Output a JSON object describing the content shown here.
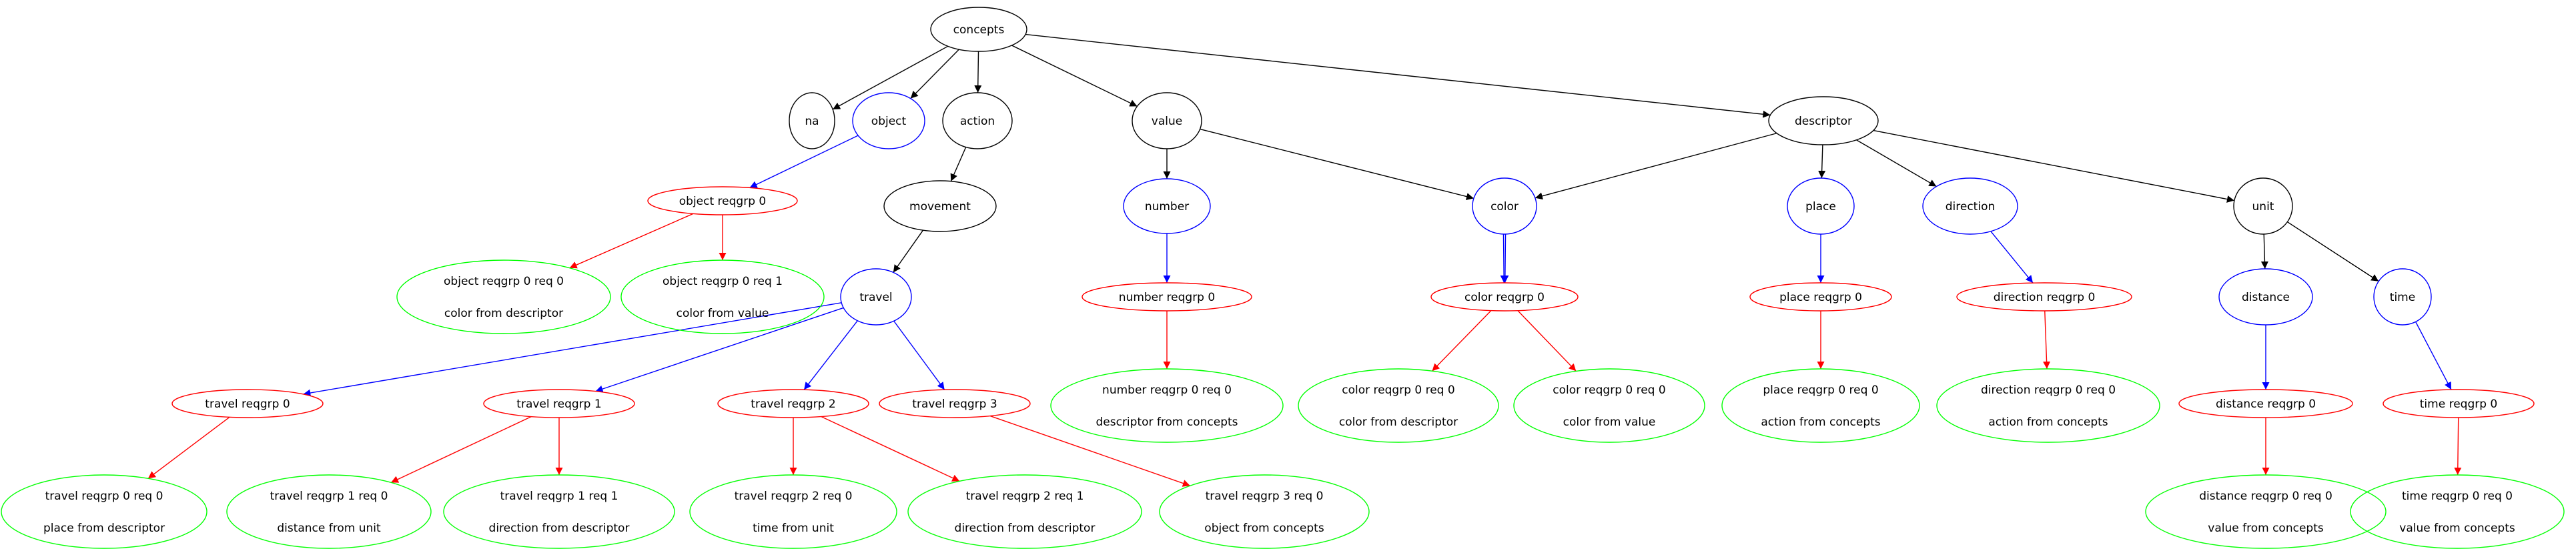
{
  "colors": {
    "black": "#000000",
    "blue": "#0000ff",
    "red": "#ff0000",
    "green": "#00ff00"
  },
  "nodes": [
    {
      "id": "concepts",
      "lines": [
        "concepts"
      ],
      "color": "black"
    },
    {
      "id": "na",
      "lines": [
        "na"
      ],
      "color": "black"
    },
    {
      "id": "object",
      "lines": [
        "object"
      ],
      "color": "blue"
    },
    {
      "id": "action",
      "lines": [
        "action"
      ],
      "color": "black"
    },
    {
      "id": "value",
      "lines": [
        "value"
      ],
      "color": "black"
    },
    {
      "id": "descriptor",
      "lines": [
        "descriptor"
      ],
      "color": "black"
    },
    {
      "id": "object_reqgrp_0",
      "lines": [
        "object reqgrp 0"
      ],
      "color": "red"
    },
    {
      "id": "movement",
      "lines": [
        "movement"
      ],
      "color": "black"
    },
    {
      "id": "number",
      "lines": [
        "number"
      ],
      "color": "blue"
    },
    {
      "id": "color",
      "lines": [
        "color"
      ],
      "color": "blue"
    },
    {
      "id": "place",
      "lines": [
        "place"
      ],
      "color": "blue"
    },
    {
      "id": "direction",
      "lines": [
        "direction"
      ],
      "color": "blue"
    },
    {
      "id": "unit",
      "lines": [
        "unit"
      ],
      "color": "black"
    },
    {
      "id": "object_reqgrp_0_req_0",
      "lines": [
        "object reqgrp 0 req 0",
        "color from descriptor"
      ],
      "color": "green"
    },
    {
      "id": "object_reqgrp_0_req_1",
      "lines": [
        "object reqgrp 0 req 1",
        "color from value"
      ],
      "color": "green"
    },
    {
      "id": "travel",
      "lines": [
        "travel"
      ],
      "color": "blue"
    },
    {
      "id": "number_reqgrp_0",
      "lines": [
        "number reqgrp 0"
      ],
      "color": "red"
    },
    {
      "id": "color_reqgrp_0",
      "lines": [
        "color reqgrp 0"
      ],
      "color": "red"
    },
    {
      "id": "place_reqgrp_0",
      "lines": [
        "place reqgrp 0"
      ],
      "color": "red"
    },
    {
      "id": "direction_reqgrp_0",
      "lines": [
        "direction reqgrp 0"
      ],
      "color": "red"
    },
    {
      "id": "distance",
      "lines": [
        "distance"
      ],
      "color": "blue"
    },
    {
      "id": "time",
      "lines": [
        "time"
      ],
      "color": "blue"
    },
    {
      "id": "travel_reqgrp_0",
      "lines": [
        "travel reqgrp 0"
      ],
      "color": "red"
    },
    {
      "id": "travel_reqgrp_1",
      "lines": [
        "travel reqgrp 1"
      ],
      "color": "red"
    },
    {
      "id": "travel_reqgrp_2",
      "lines": [
        "travel reqgrp 2"
      ],
      "color": "red"
    },
    {
      "id": "travel_reqgrp_3",
      "lines": [
        "travel reqgrp 3"
      ],
      "color": "red"
    },
    {
      "id": "number_reqgrp_0_req_0",
      "lines": [
        "number reqgrp 0 req 0",
        "descriptor from concepts"
      ],
      "color": "green"
    },
    {
      "id": "color_reqgrp_0_req_0",
      "lines": [
        "color reqgrp 0 req 0",
        "color from descriptor"
      ],
      "color": "green"
    },
    {
      "id": "color_reqgrp_0_req_0b",
      "lines": [
        "color reqgrp 0 req 0",
        "color from value"
      ],
      "color": "green"
    },
    {
      "id": "place_reqgrp_0_req_0",
      "lines": [
        "place reqgrp 0 req 0",
        "action from concepts"
      ],
      "color": "green"
    },
    {
      "id": "direction_reqgrp_0_req_0",
      "lines": [
        "direction reqgrp 0 req 0",
        "action from concepts"
      ],
      "color": "green"
    },
    {
      "id": "distance_reqgrp_0",
      "lines": [
        "distance reqgrp 0"
      ],
      "color": "red"
    },
    {
      "id": "time_reqgrp_0",
      "lines": [
        "time reqgrp 0"
      ],
      "color": "red"
    },
    {
      "id": "travel_reqgrp_0_req_0",
      "lines": [
        "travel reqgrp 0 req 0",
        "place from descriptor"
      ],
      "color": "green"
    },
    {
      "id": "travel_reqgrp_1_req_0",
      "lines": [
        "travel reqgrp 1 req 0",
        "distance from unit"
      ],
      "color": "green"
    },
    {
      "id": "travel_reqgrp_1_req_1",
      "lines": [
        "travel reqgrp 1 req 1",
        "direction from descriptor"
      ],
      "color": "green"
    },
    {
      "id": "travel_reqgrp_2_req_0",
      "lines": [
        "travel reqgrp 2 req 0",
        "time from unit"
      ],
      "color": "green"
    },
    {
      "id": "travel_reqgrp_2_req_1",
      "lines": [
        "travel reqgrp 2 req 1",
        "direction from descriptor"
      ],
      "color": "green"
    },
    {
      "id": "travel_reqgrp_3_req_0",
      "lines": [
        "travel reqgrp 3 req 0",
        "object from concepts"
      ],
      "color": "green"
    },
    {
      "id": "distance_reqgrp_0_req_0",
      "lines": [
        "distance reqgrp 0 req 0",
        "value from concepts"
      ],
      "color": "green"
    },
    {
      "id": "time_reqgrp_0_req_0",
      "lines": [
        "time reqgrp 0 req 0",
        "value from concepts"
      ],
      "color": "green"
    }
  ],
  "edges": [
    {
      "from": "concepts",
      "to": "na",
      "color": "black"
    },
    {
      "from": "concepts",
      "to": "object",
      "color": "black"
    },
    {
      "from": "concepts",
      "to": "action",
      "color": "black"
    },
    {
      "from": "concepts",
      "to": "value",
      "color": "black"
    },
    {
      "from": "concepts",
      "to": "descriptor",
      "color": "black"
    },
    {
      "from": "object",
      "to": "object_reqgrp_0",
      "color": "blue"
    },
    {
      "from": "action",
      "to": "movement",
      "color": "black"
    },
    {
      "from": "value",
      "to": "number",
      "color": "black"
    },
    {
      "from": "value",
      "to": "color",
      "color": "black"
    },
    {
      "from": "descriptor",
      "to": "color",
      "color": "black"
    },
    {
      "from": "descriptor",
      "to": "place",
      "color": "black"
    },
    {
      "from": "descriptor",
      "to": "direction",
      "color": "black"
    },
    {
      "from": "descriptor",
      "to": "unit",
      "color": "black"
    },
    {
      "from": "object_reqgrp_0",
      "to": "object_reqgrp_0_req_0",
      "color": "red"
    },
    {
      "from": "object_reqgrp_0",
      "to": "object_reqgrp_0_req_1",
      "color": "red"
    },
    {
      "from": "movement",
      "to": "travel",
      "color": "black"
    },
    {
      "from": "number",
      "to": "number_reqgrp_0",
      "color": "blue"
    },
    {
      "from": "color",
      "to": "color_reqgrp_0",
      "color": "blue",
      "pair": -1
    },
    {
      "from": "color",
      "to": "color_reqgrp_0",
      "color": "blue",
      "pair": 1
    },
    {
      "from": "place",
      "to": "place_reqgrp_0",
      "color": "blue"
    },
    {
      "from": "direction",
      "to": "direction_reqgrp_0",
      "color": "blue"
    },
    {
      "from": "unit",
      "to": "distance",
      "color": "black"
    },
    {
      "from": "unit",
      "to": "time",
      "color": "black"
    },
    {
      "from": "travel",
      "to": "travel_reqgrp_0",
      "color": "blue"
    },
    {
      "from": "travel",
      "to": "travel_reqgrp_1",
      "color": "blue"
    },
    {
      "from": "travel",
      "to": "travel_reqgrp_2",
      "color": "blue"
    },
    {
      "from": "travel",
      "to": "travel_reqgrp_3",
      "color": "blue"
    },
    {
      "from": "number_reqgrp_0",
      "to": "number_reqgrp_0_req_0",
      "color": "red"
    },
    {
      "from": "color_reqgrp_0",
      "to": "color_reqgrp_0_req_0",
      "color": "red"
    },
    {
      "from": "color_reqgrp_0",
      "to": "color_reqgrp_0_req_0b",
      "color": "red"
    },
    {
      "from": "place_reqgrp_0",
      "to": "place_reqgrp_0_req_0",
      "color": "red"
    },
    {
      "from": "direction_reqgrp_0",
      "to": "direction_reqgrp_0_req_0",
      "color": "red"
    },
    {
      "from": "distance",
      "to": "distance_reqgrp_0",
      "color": "blue"
    },
    {
      "from": "time",
      "to": "time_reqgrp_0",
      "color": "blue"
    },
    {
      "from": "travel_reqgrp_0",
      "to": "travel_reqgrp_0_req_0",
      "color": "red"
    },
    {
      "from": "travel_reqgrp_1",
      "to": "travel_reqgrp_1_req_0",
      "color": "red"
    },
    {
      "from": "travel_reqgrp_1",
      "to": "travel_reqgrp_1_req_1",
      "color": "red"
    },
    {
      "from": "travel_reqgrp_2",
      "to": "travel_reqgrp_2_req_0",
      "color": "red"
    },
    {
      "from": "travel_reqgrp_2",
      "to": "travel_reqgrp_2_req_1",
      "color": "red"
    },
    {
      "from": "travel_reqgrp_3",
      "to": "travel_reqgrp_3_req_0",
      "color": "red"
    },
    {
      "from": "distance_reqgrp_0",
      "to": "distance_reqgrp_0_req_0",
      "color": "red"
    },
    {
      "from": "time_reqgrp_0",
      "to": "time_reqgrp_0_req_0",
      "color": "red"
    }
  ]
}
